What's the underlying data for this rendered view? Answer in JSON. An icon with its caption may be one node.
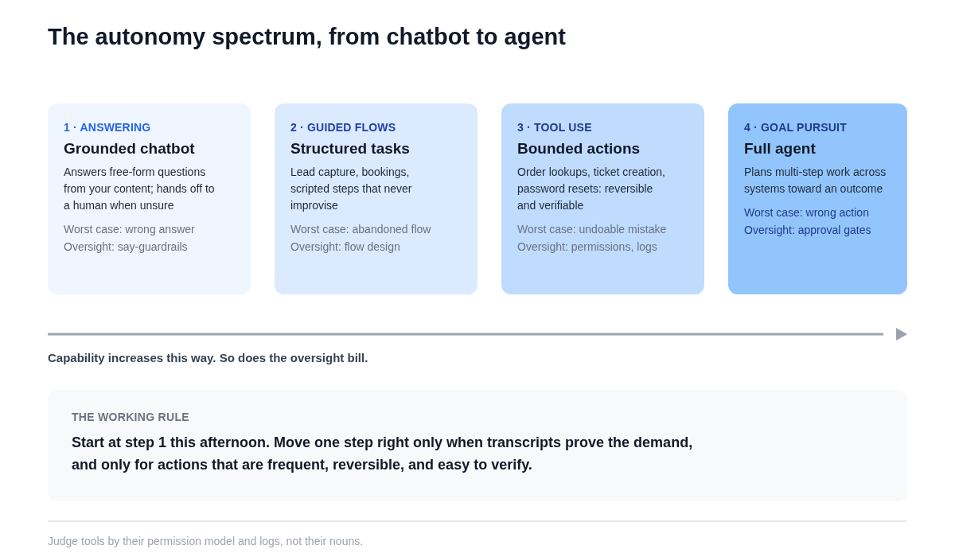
{
  "diagram": {
    "title": "The autonomy spectrum, from chatbot to agent",
    "nodes": [
      {
        "text": [
          "1 · ANSWERING",
          "Grounded chatbot",
          "Answers free-form questions from your content; hands off to a human when unsure",
          "Worst case: wrong answer",
          "Oversight: say-guardrails"
        ]
      },
      {
        "text": [
          "2 · GUIDED FLOWS",
          "Structured tasks",
          "Lead capture, bookings, scripted steps that never improvise",
          "Worst case: abandoned flow",
          "Oversight: flow design"
        ]
      },
      {
        "text": [
          "3 · TOOL USE",
          "Bounded actions",
          "Order lookups, ticket creation, password resets: reversible and verifiable",
          "Worst case: undoable mistake",
          "Oversight: permissions, logs"
        ]
      },
      {
        "text": [
          "4 · GOAL PURSUIT",
          "Full agent",
          "Plans multi-step work across systems toward an outcome",
          "Worst case: wrong action",
          "Oversight: approval gates"
        ]
      },
      {
        "text": [
          "THE WORKING RULE",
          "Start at step 1 this afternoon. Move one step right only when transcripts prove the demand, and only for actions that are frequent, reversible, and easy to verify."
        ]
      }
    ],
    "edges": [],
    "labels": [
      "Capability increases this way. So does the oversight bill.",
      "Judge tools by their permission model and logs, not their nouns."
    ]
  }
}
